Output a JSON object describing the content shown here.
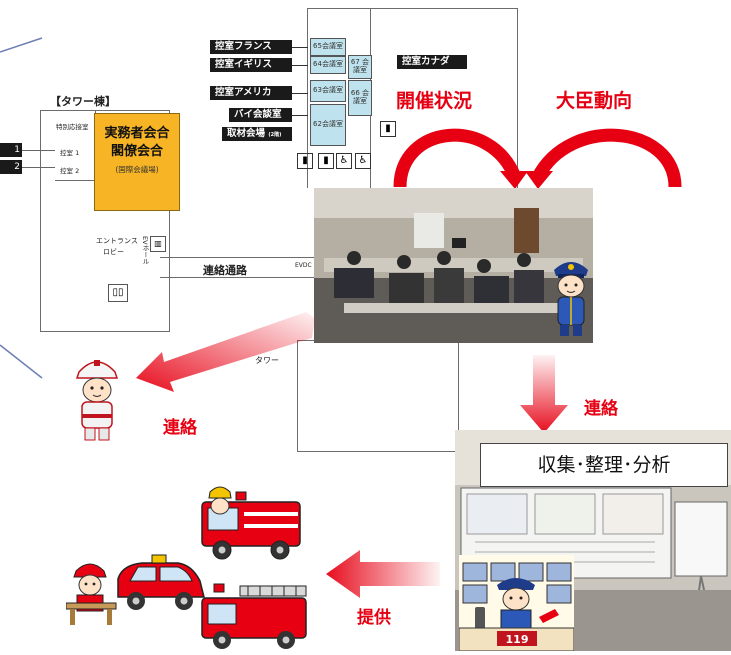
{
  "floor_plan": {
    "tower_label": "【タワー棟】",
    "main_hall_title_1": "実務者会合",
    "main_hall_title_2": "閣僚会合",
    "main_hall_sub": "(国際会議場)",
    "entrance": "エントランス",
    "lobby": "ロビー",
    "ev_hall": "EVホール",
    "corridor": "連絡通路",
    "tower_bottom": "タワー",
    "left_rooms": [
      {
        "num": "",
        "name": "特別応接室"
      },
      {
        "num": "1",
        "name": "控室 1"
      },
      {
        "num": "2",
        "name": "控室 2"
      }
    ],
    "room_tags": {
      "france": "控室フランス",
      "uk": "控室イギリス",
      "usa": "控室アメリカ",
      "bilateral": "バイ会談室",
      "press": "取材会場",
      "press_small": "(2階)",
      "canada": "控室カナダ"
    },
    "meeting_rooms": {
      "r65": "65会議室",
      "r64": "64会議室",
      "r63": "63会議室",
      "r62": "62会議室",
      "r67": "67 会議室",
      "r66": "66 会議室"
    },
    "evdc": "EVDC"
  },
  "labels": {
    "status": "開催状況",
    "minister": "大臣動向",
    "contact_left": "連絡",
    "contact_right": "連絡",
    "collect": "収集･整理･分析",
    "provide": "提供",
    "sign_119": "119"
  },
  "colors": {
    "accent_red": "#e60012",
    "hall_orange": "#f7b425",
    "room_cyan": "#bfe3ee"
  }
}
